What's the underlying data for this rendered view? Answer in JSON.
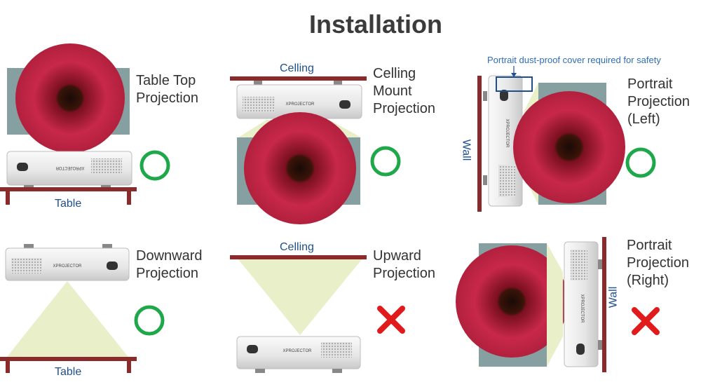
{
  "title": "Installation",
  "note": "Portrait dust-proof cover required for safety",
  "surface_labels": {
    "table": "Table",
    "ceiling": "Celling",
    "wall": "Wall"
  },
  "projector_brand": "XPROJECTOR",
  "scenarios": [
    {
      "id": "table-top",
      "label": "Table Top\nProjection",
      "status": "ok"
    },
    {
      "id": "ceiling-mount",
      "label": "Celling\nMount\nProjection",
      "status": "ok"
    },
    {
      "id": "portrait-left",
      "label": "Portrait\nProjection\n(Left)",
      "status": "ok"
    },
    {
      "id": "downward",
      "label": "Downward\nProjection",
      "status": "ok"
    },
    {
      "id": "upward",
      "label": "Upward\nProjection",
      "status": "not-allowed"
    },
    {
      "id": "portrait-right",
      "label": "Portrait\nProjection\n(Right)",
      "status": "not-allowed"
    }
  ],
  "colors": {
    "surface": "#8b2a2a",
    "ok": "#1fa84a",
    "cross": "#e11b1b",
    "beam": "#e8efc9",
    "label_blue": "#1f4e8c"
  }
}
